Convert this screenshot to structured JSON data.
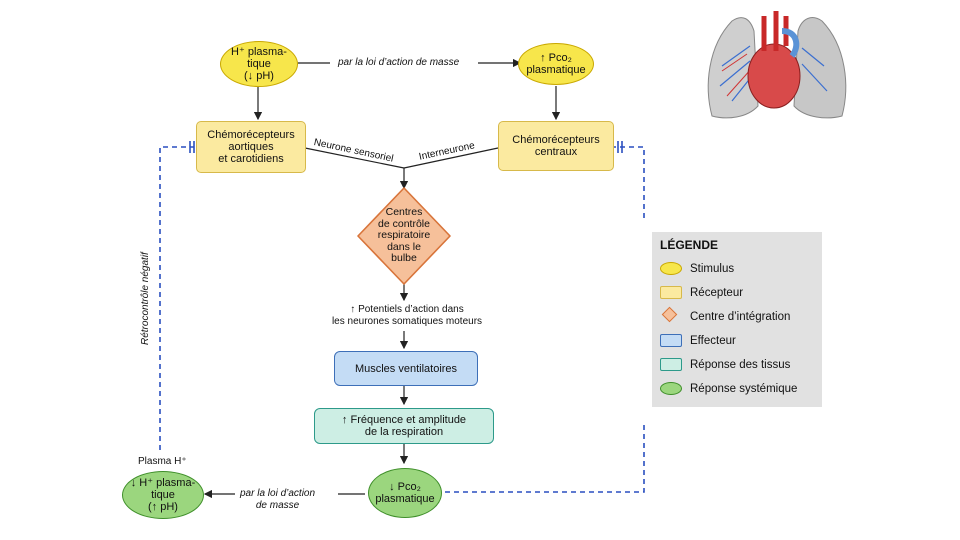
{
  "nodes": {
    "stim_top": "H⁺ plasma-\ntique\n(↓ pH)",
    "pco2_top": "↑ Pco₂\nplasmatique",
    "chemo_periph": "Chémorécepteurs\naortiques\net carotidiens",
    "chemo_central": "Chémorécepteurs\ncentraux",
    "centres": "Centres\nde contrôle\nrespiratoire\ndans le\nbulbe",
    "potentiels": "↑ Potentiels d’action dans\nles neurones somatiques moteurs",
    "muscles": "Muscles ventilatoires",
    "frequence": "↑   Fréquence et amplitude\nde la respiration",
    "pco2_bottom": "↓ Pco₂\nplasmatique",
    "stim_bottom": "↓ H⁺ plasma-\ntique\n(↑ pH)",
    "plasma_h": "Plasma H⁺"
  },
  "labels": {
    "masse_top": "par la loi d’action de masse",
    "masse_bottom": "par la loi d’action\nde masse",
    "neurone_sensoriel": "Neurone sensoriel",
    "interneurone": "Interneurone",
    "retro": "Rétrocontrôle négatif"
  },
  "legend": {
    "title": "LÉGENDE",
    "items": [
      {
        "label": "Stimulus",
        "kind": "stimulus"
      },
      {
        "label": "Récepteur",
        "kind": "recepteur"
      },
      {
        "label": "Centre d’intégration",
        "kind": "centre"
      },
      {
        "label": "Effecteur",
        "kind": "effecteur"
      },
      {
        "label": "Réponse des tissus",
        "kind": "tissus"
      },
      {
        "label": "Réponse systémique",
        "kind": "systemique"
      }
    ]
  },
  "colors": {
    "stimulus": "#f7e64b",
    "recepteur": "#fbeaa0",
    "centre": "#f6c09a",
    "effecteur": "#c4dcf5",
    "tissus": "#cdeee4",
    "systemique": "#9bd67e",
    "feedback_line": "#2a4fc0"
  }
}
